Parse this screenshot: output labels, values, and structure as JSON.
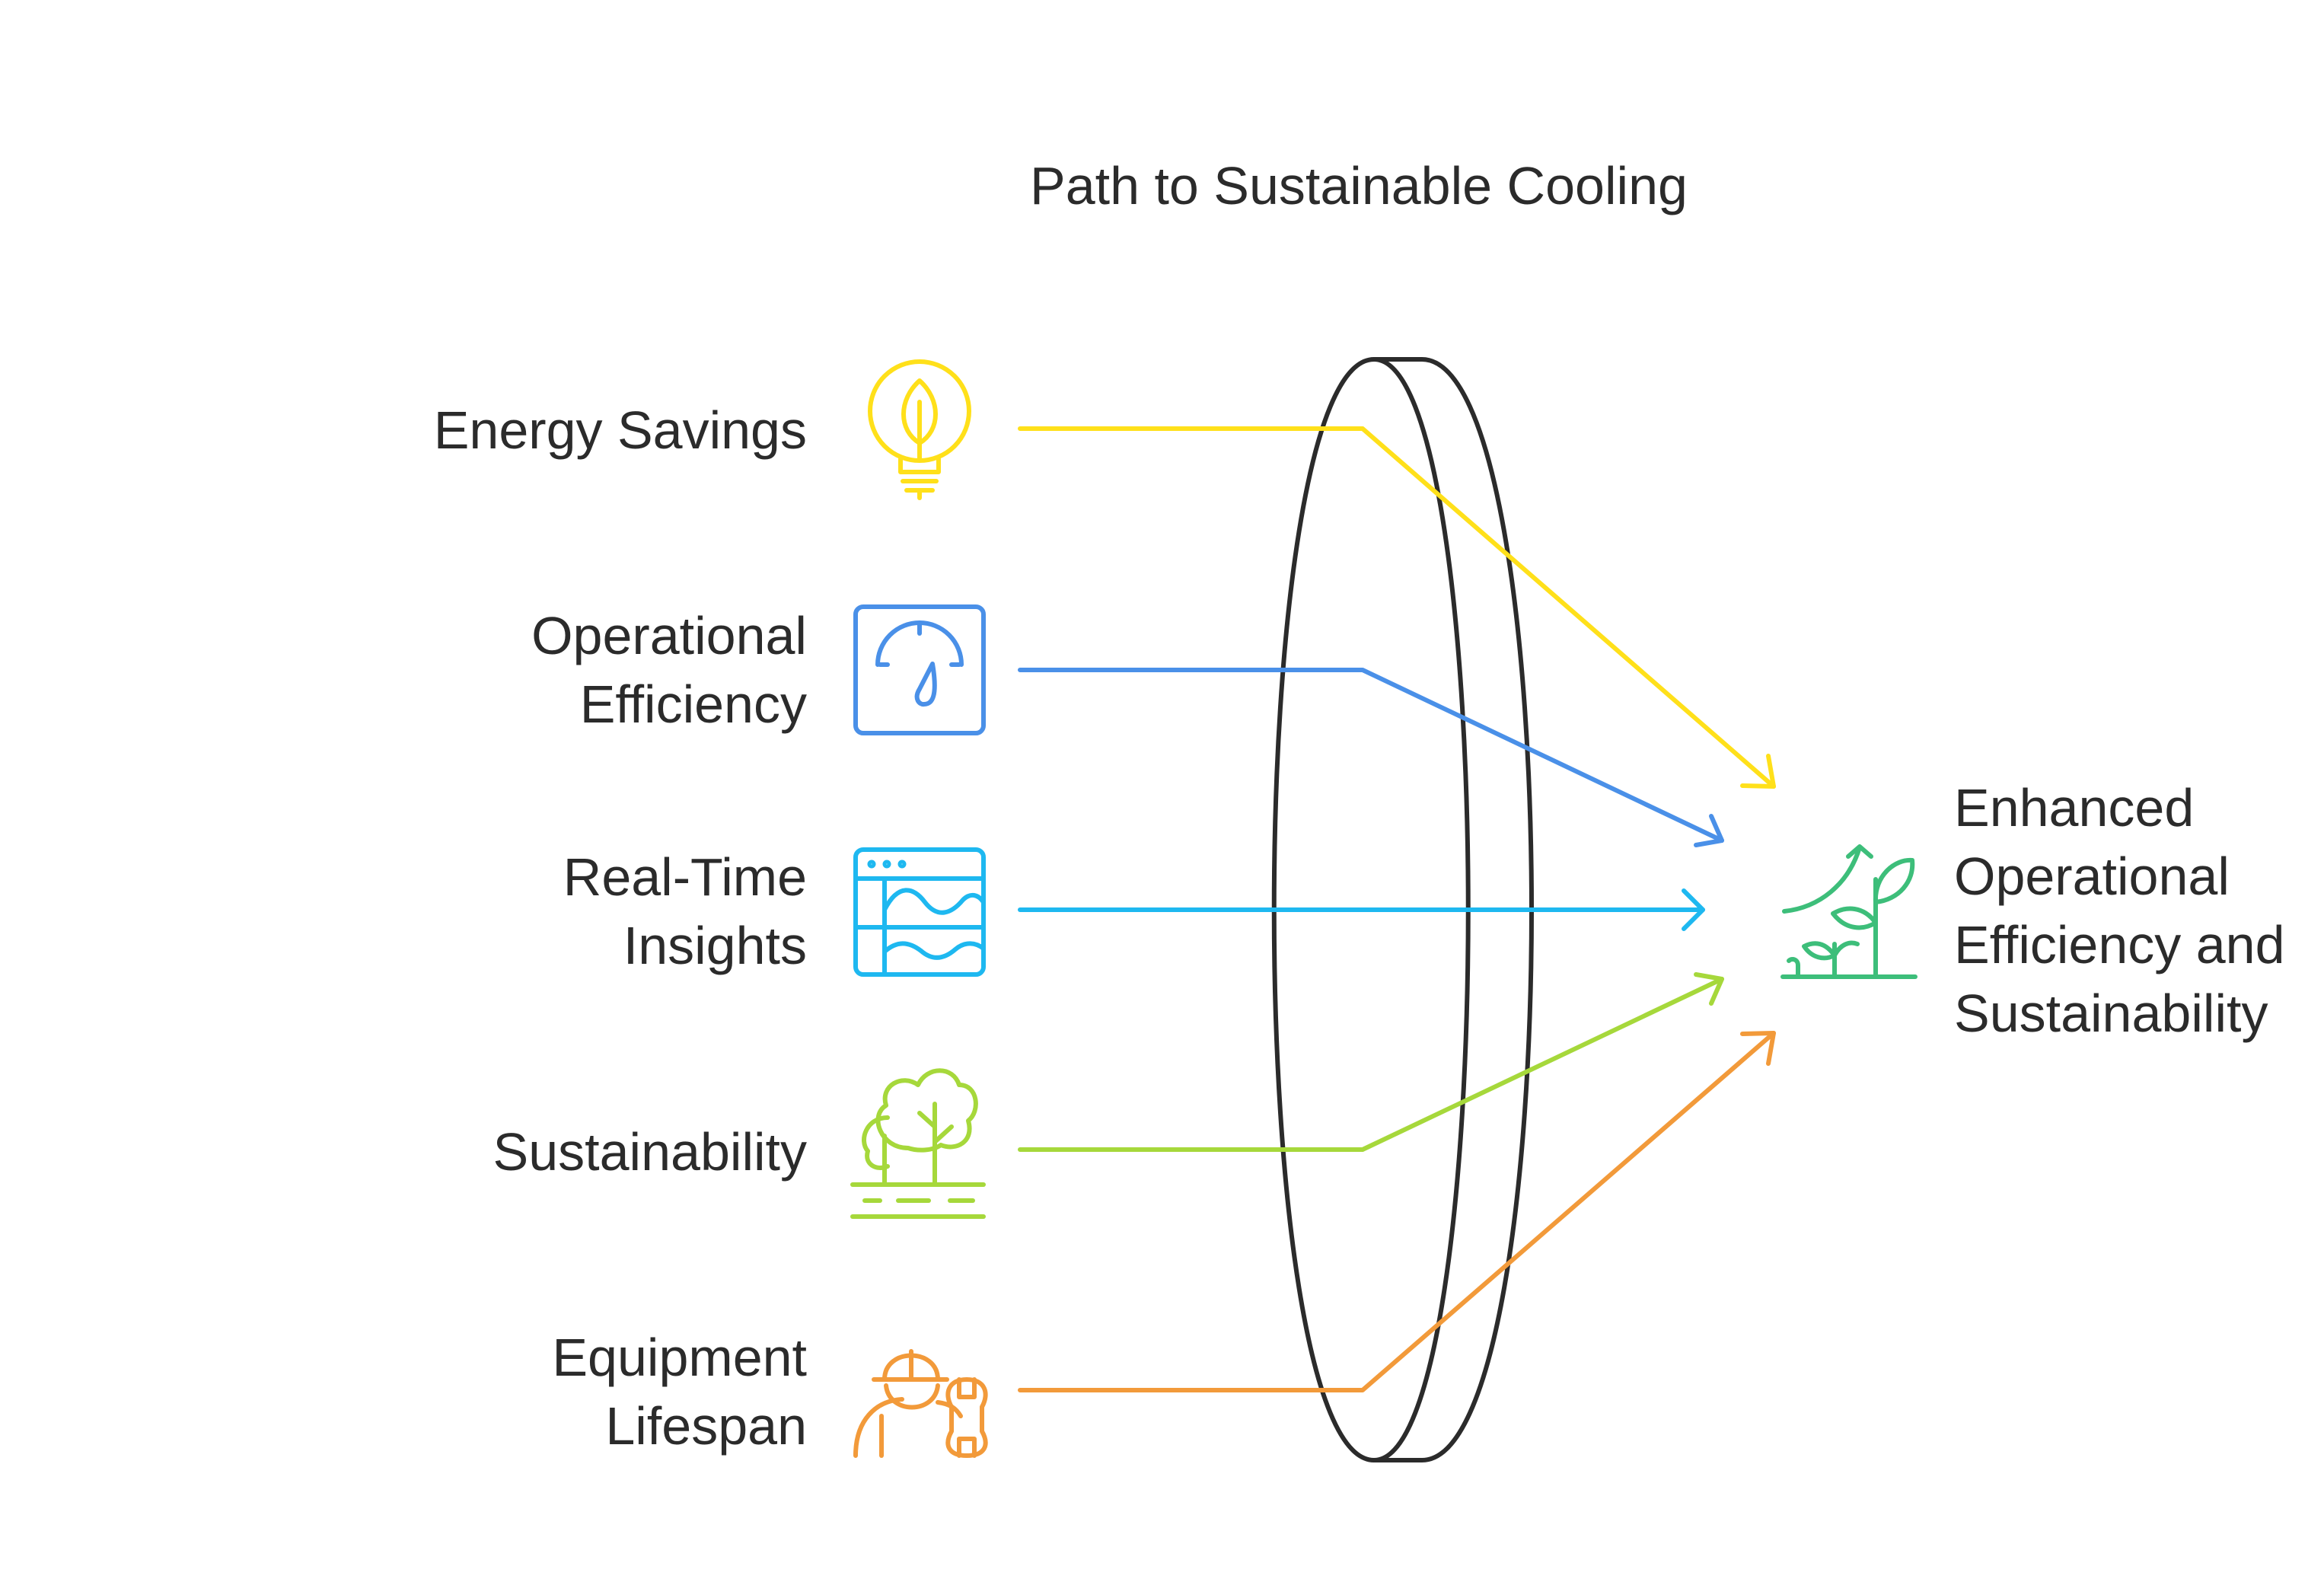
{
  "title": "Path to Sustainable Cooling",
  "inputs": [
    {
      "lines": [
        "Energy Savings"
      ],
      "color": "#FFE01A",
      "icon": "lightbulb-leaf-icon"
    },
    {
      "lines": [
        "Operational",
        "Efficiency"
      ],
      "color": "#4A90E8",
      "icon": "gauge-icon"
    },
    {
      "lines": [
        "Real-Time",
        "Insights"
      ],
      "color": "#1EB8F0",
      "icon": "dashboard-wave-icon"
    },
    {
      "lines": [
        "Sustainability"
      ],
      "color": "#A6D83B",
      "icon": "trees-icon"
    },
    {
      "lines": [
        "Equipment",
        "Lifespan"
      ],
      "color": "#F29A3A",
      "icon": "worker-wrench-icon"
    }
  ],
  "outcome": {
    "lines": [
      "Enhanced",
      "Operational",
      "Efficiency and",
      "Sustainability"
    ],
    "color": "#3DBE7A",
    "icon": "growing-plants-icon"
  },
  "lens": {
    "stroke": "#2b2b2b"
  }
}
